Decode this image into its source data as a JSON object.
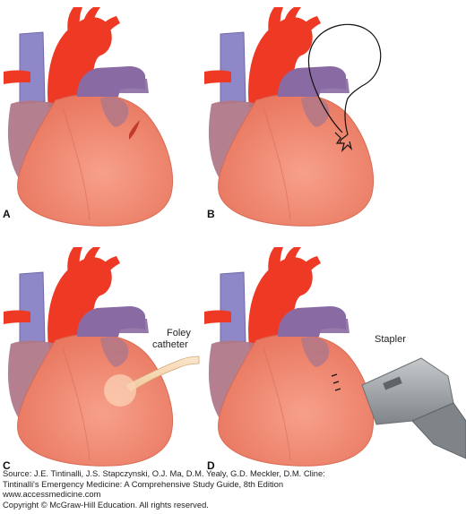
{
  "panels": [
    {
      "letter": "A"
    },
    {
      "letter": "B"
    },
    {
      "letter": "C",
      "callout": [
        "Foley",
        "catheter"
      ]
    },
    {
      "letter": "D",
      "callout": [
        "Stapler"
      ]
    }
  ],
  "source": {
    "line1": "Source: J.E. Tintinalli, J.S. Stapczynski, O.J. Ma, D.M. Yealy, G.D. Meckler, D.M. Cline:",
    "line2": "Tintinalli's Emergency Medicine: A Comprehensive Study Guide, 8th Edition",
    "line3": "www.accessmedicine.com",
    "line4": "Copyright © McGraw-Hill Education.  All rights reserved."
  },
  "colors": {
    "heart": "#f0826a",
    "heart_dark": "#c25744",
    "aorta": "#ee3a24",
    "vena_cava": "#8f88c8",
    "pulmonary": "#8a6aa2",
    "atrium": "#b07888",
    "stapler": "#9a9ea2"
  }
}
